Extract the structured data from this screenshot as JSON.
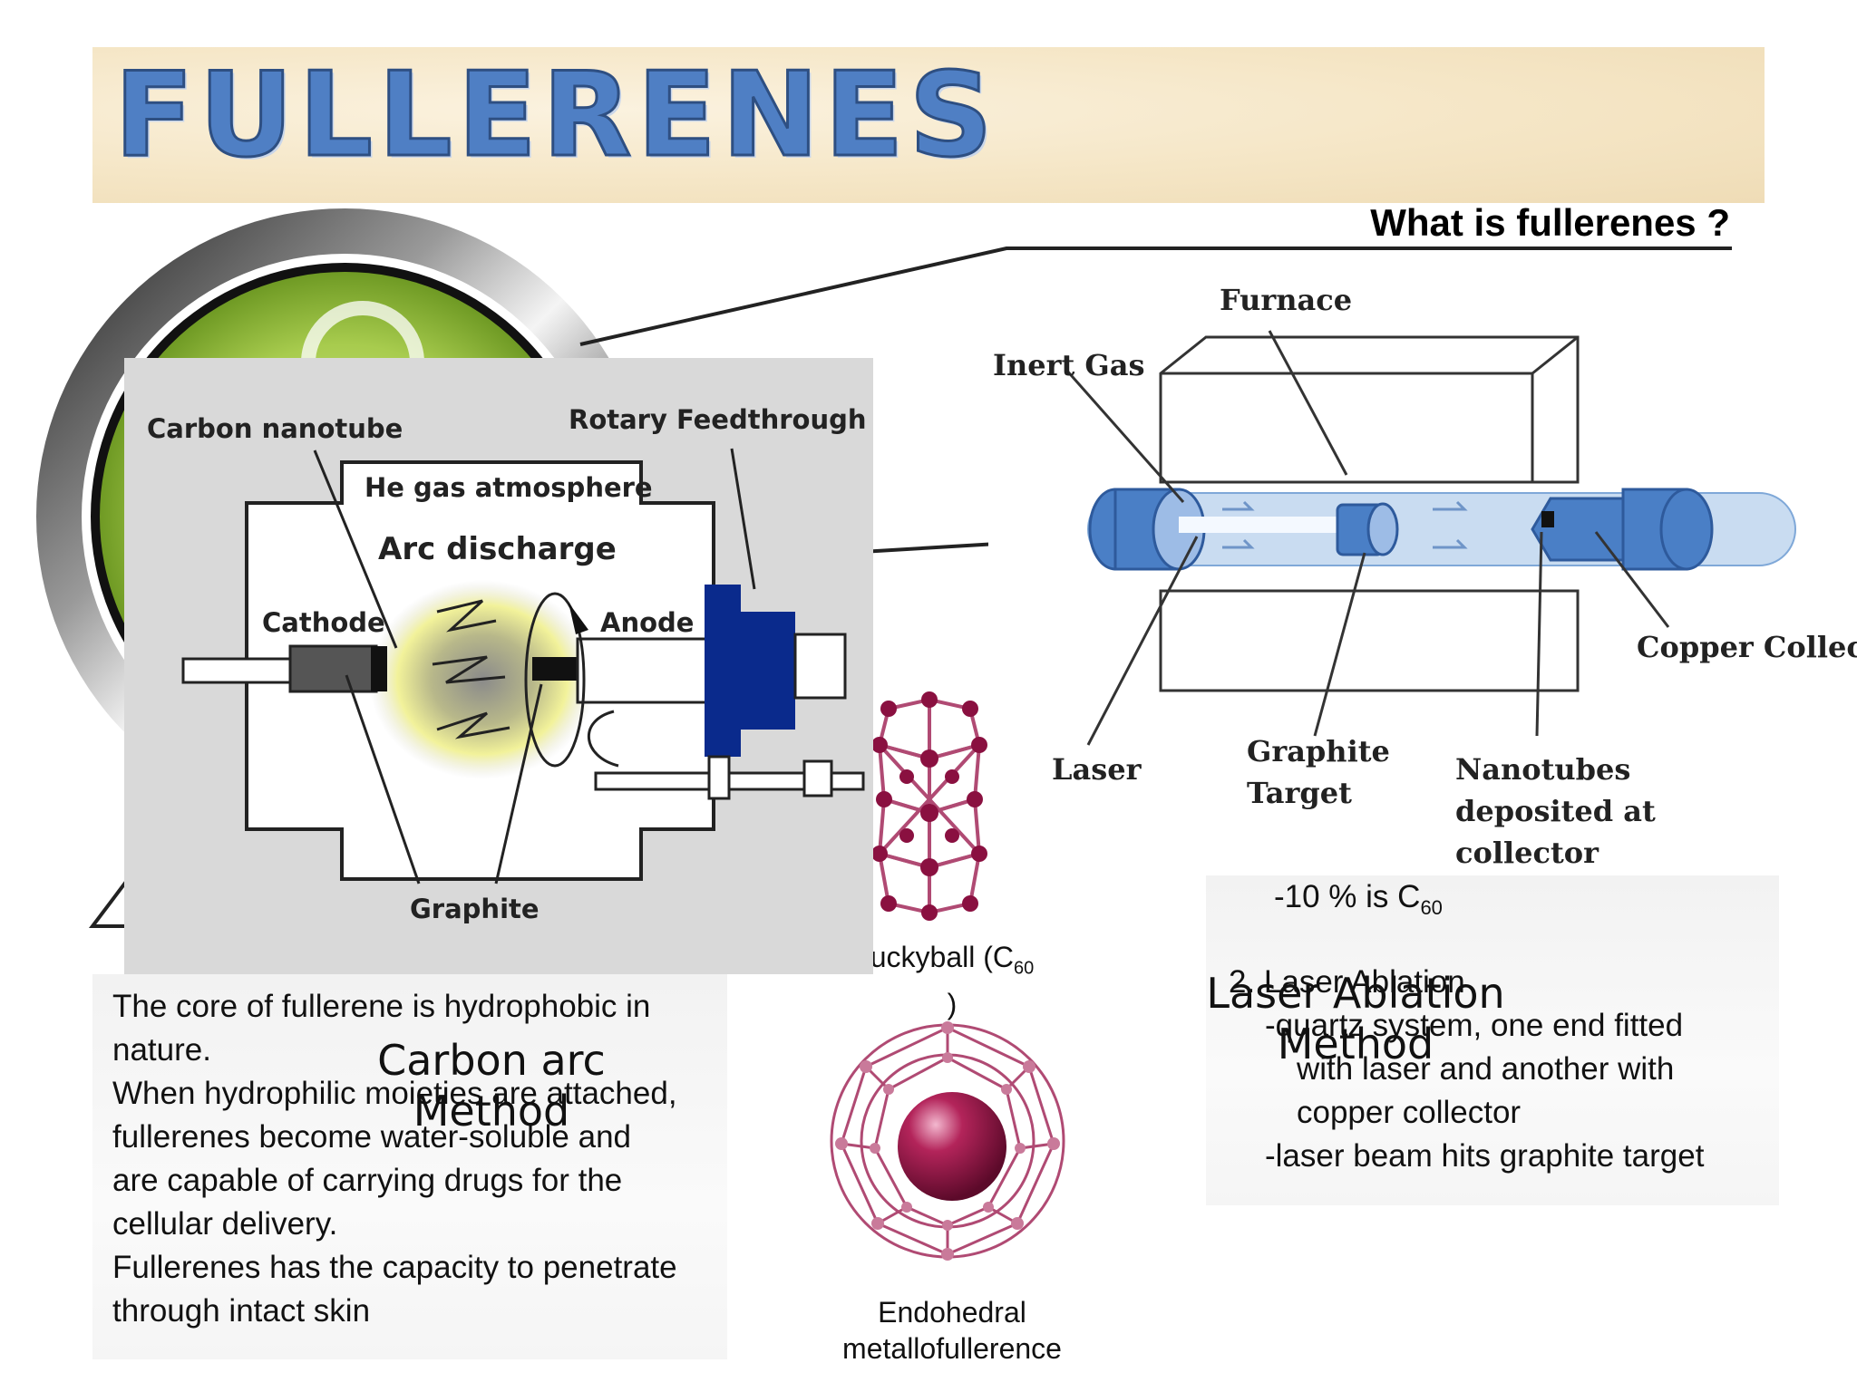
{
  "slide": {
    "title": "FULLERENES",
    "question": "What is fullerenes ?"
  },
  "left_panel": {
    "lines": [
      "The core of fullerene is hydrophobic in",
      "nature.",
      "When hydrophilic moieties are attached,",
      "fullerenes become water-soluble and",
      "are capable of carrying drugs for the",
      "cellular delivery.",
      "Fullerenes has the capacity to penetrate",
      "through intact skin"
    ],
    "overlay_title_1": "Carbon arc",
    "overlay_title_2": "Method"
  },
  "arc_diagram": {
    "carbon_nanotube": "Carbon nanotube",
    "rotary": "Rotary Feedthrough unit",
    "he_gas": "He gas atmosphere",
    "arc_discharge": "Arc discharge",
    "cathode": "Cathode",
    "anode": "Anode",
    "graphite": "Graphite"
  },
  "laser_diagram": {
    "furnace": "Furnace",
    "inert_gas": "Inert Gas",
    "copper_collector": "Copper Collector",
    "laser": "Laser",
    "graphite_target_1": "Graphite",
    "graphite_target_2": "Target",
    "nanotubes_1": "Nanotubes",
    "nanotubes_2": "deposited at",
    "nanotubes_3": "collector"
  },
  "molecules": {
    "buckyball_caption_1": "uckyball (C",
    "buckyball_sub": "60",
    "buckyball_caption_2": ")",
    "endohedral_1": "Endohedral",
    "endohedral_2": "metallofullerence"
  },
  "right_panel": {
    "percent": "-10 % is C",
    "percent_sub": "60",
    "item2": "2. Laser Ablation",
    "line1": "-quartz system, one end fitted",
    "line2": "with laser and another with",
    "line3": "copper collector",
    "line4": "-laser beam hits graphite target",
    "overlay_title_1": "Laser Ablation",
    "overlay_title_2": "Method"
  },
  "colors": {
    "title_blue": "#4f7fc4",
    "anode_blue": "#0a2a8c",
    "tube_blue": "#4a7fc6",
    "molecule_red": "#a8204f"
  }
}
